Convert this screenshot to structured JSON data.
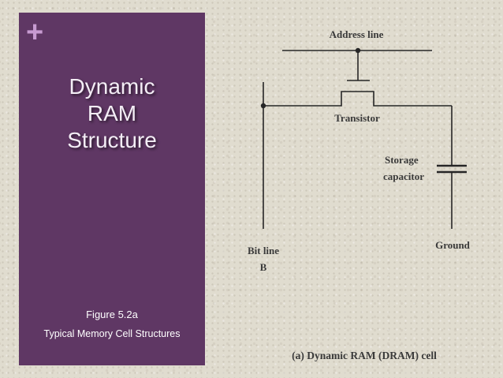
{
  "slide": {
    "marker": "+",
    "title_lines": [
      "Dynamic",
      "RAM",
      "Structure"
    ],
    "figure_number": "Figure 5.2a",
    "figure_caption": "Typical Memory Cell Structures"
  },
  "diagram": {
    "labels": {
      "address_line": "Address line",
      "transistor": "Transistor",
      "storage_line1": "Storage",
      "storage_line2": "capacitor",
      "bit_line_line1": "Bit line",
      "bit_line_line2": "B",
      "ground": "Ground",
      "caption": "(a) Dynamic RAM (DRAM) cell"
    }
  },
  "colors": {
    "panel": "#5f3764",
    "plus": "#c79bd1",
    "background": "#e0dccf",
    "wire": "#262626"
  }
}
